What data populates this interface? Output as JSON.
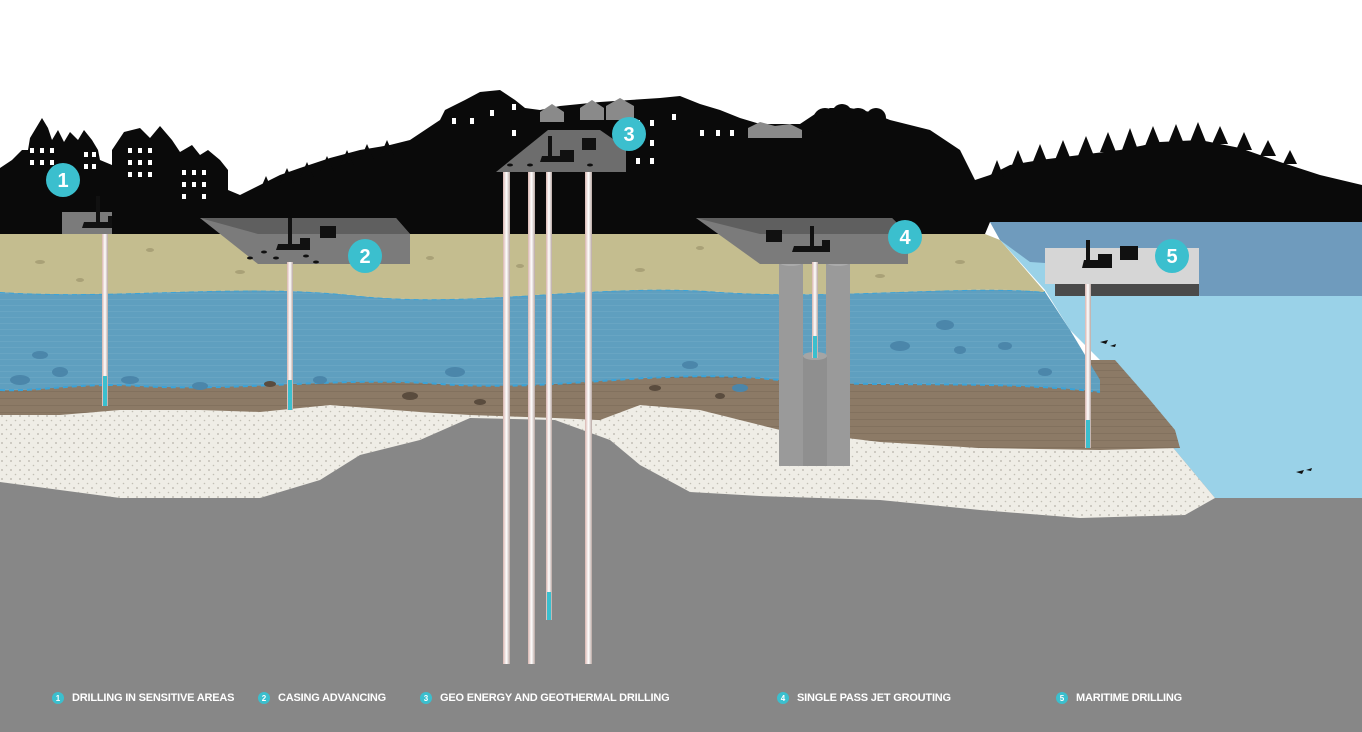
{
  "colors": {
    "accent": "#3bbfce",
    "bedrock": "#878787",
    "gravel": "#efede6",
    "clay": "#8c7a66",
    "groundwater": "#5f9fbf",
    "topsoil": "#c4bd8f",
    "sea": "#9ad2e8",
    "deep_sea": "#6f9bbd",
    "silhouette": "#0a0a0a"
  },
  "markers": [
    {
      "number": "1"
    },
    {
      "number": "2"
    },
    {
      "number": "3"
    },
    {
      "number": "4"
    },
    {
      "number": "5"
    }
  ],
  "legend": [
    {
      "number": "1",
      "label": "DRILLING IN SENSITIVE AREAS"
    },
    {
      "number": "2",
      "label": "CASING ADVANCING"
    },
    {
      "number": "3",
      "label": "GEO ENERGY AND GEOTHERMAL DRILLING"
    },
    {
      "number": "4",
      "label": "SINGLE PASS JET GROUTING"
    },
    {
      "number": "5",
      "label": "MARITIME DRILLING"
    }
  ]
}
